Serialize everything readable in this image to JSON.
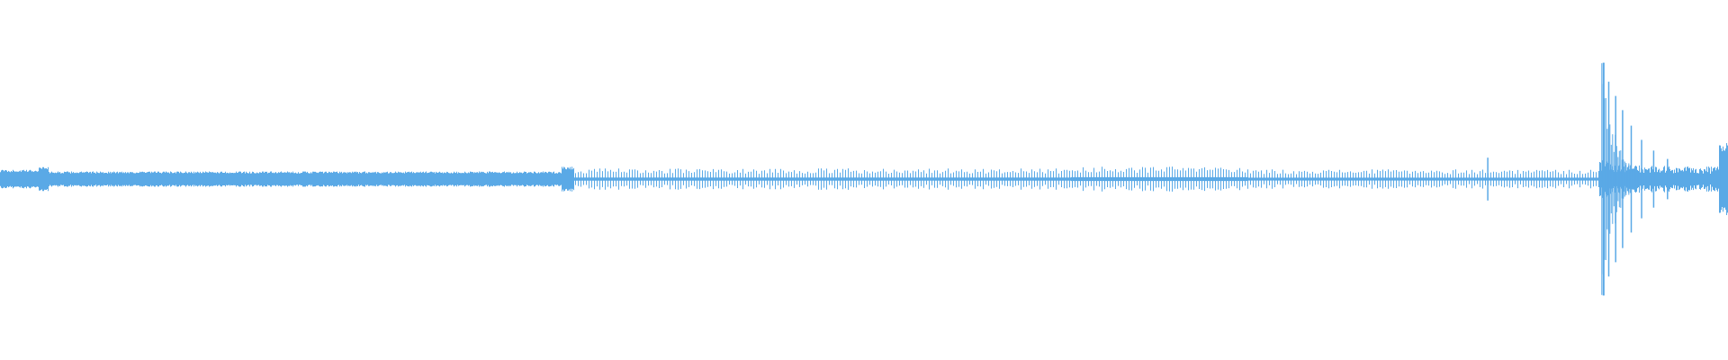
{
  "waveform": {
    "color": "#5aa9e6",
    "background": "#ffffff",
    "segments": [
      {
        "from": 0.0,
        "to": 0.022,
        "level": 0.055,
        "texture": "dense"
      },
      {
        "from": 0.022,
        "to": 0.028,
        "level": 0.075,
        "texture": "dense"
      },
      {
        "from": 0.028,
        "to": 0.036,
        "level": 0.045,
        "texture": "dense"
      },
      {
        "from": 0.036,
        "to": 0.325,
        "level": 0.045,
        "texture": "dense"
      },
      {
        "from": 0.325,
        "to": 0.332,
        "level": 0.075,
        "texture": "dense"
      },
      {
        "from": 0.332,
        "to": 0.62,
        "level": 0.06,
        "texture": "sparse"
      },
      {
        "from": 0.62,
        "to": 0.722,
        "level": 0.07,
        "texture": "sparse"
      },
      {
        "from": 0.722,
        "to": 0.926,
        "level": 0.055,
        "texture": "sparse"
      },
      {
        "from": 0.926,
        "to": 0.998,
        "level": 0.08,
        "texture": "burst-decay"
      },
      {
        "from": 0.995,
        "to": 1.0,
        "level": 0.22,
        "texture": "dense"
      }
    ],
    "transients": [
      {
        "at": 0.861,
        "level": 0.18
      },
      {
        "at": 0.928,
        "level": 0.98
      },
      {
        "at": 0.931,
        "level": 0.82
      },
      {
        "at": 0.935,
        "level": 0.7
      },
      {
        "at": 0.939,
        "level": 0.58
      },
      {
        "at": 0.944,
        "level": 0.45
      },
      {
        "at": 0.95,
        "level": 0.33
      },
      {
        "at": 0.957,
        "level": 0.24
      },
      {
        "at": 0.965,
        "level": 0.17
      },
      {
        "at": 0.996,
        "level": 0.26
      }
    ]
  }
}
